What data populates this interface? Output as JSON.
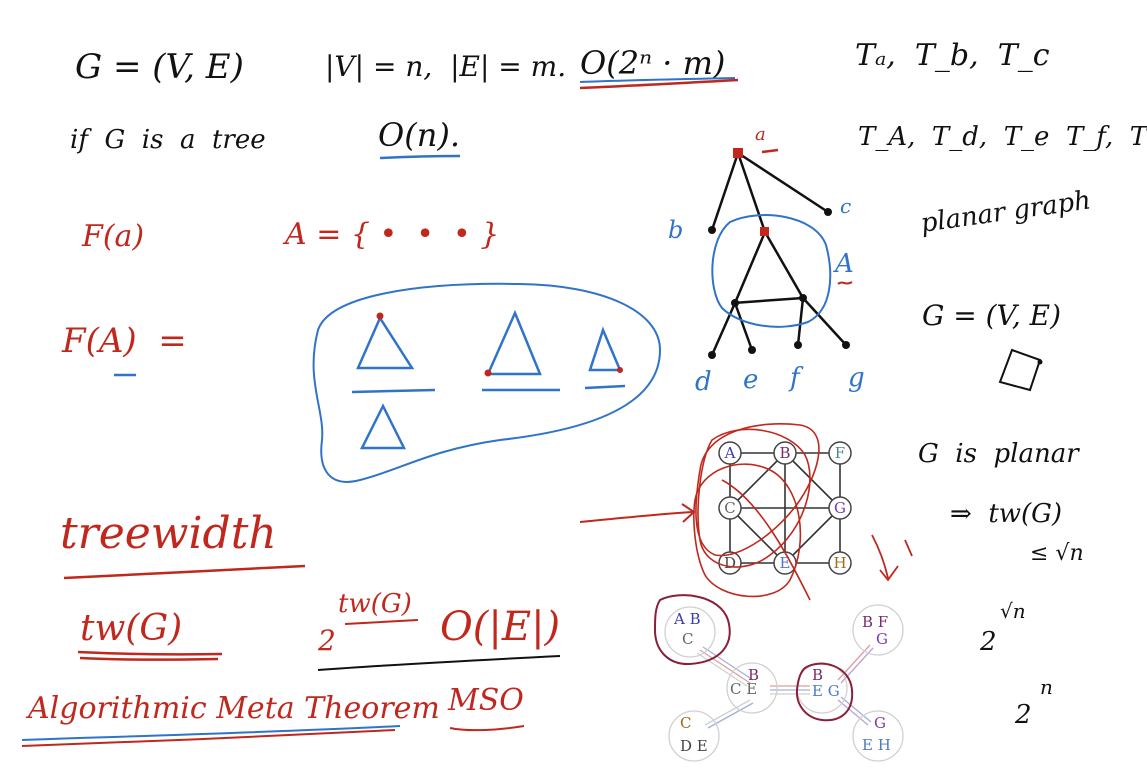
{
  "colors": {
    "ink": "#111111",
    "red": "#c0281e",
    "blue": "#2f74c8",
    "grid_ink": "#555555",
    "node_A": "#3b3bb0",
    "node_B": "#7a2a6a",
    "node_C": "#666666",
    "node_D": "#444444",
    "node_E": "#4f79c4",
    "node_F": "#4a8a8a",
    "node_G": "#7a3ab0",
    "node_H": "#a06a18"
  },
  "left": {
    "graph_def": "G = (V, E)",
    "sizes": "|V| = n,  |E| = m.",
    "brute_force": "O(2ⁿ · m)",
    "tree_case_prefix": "if  G  is  a  tree",
    "tree_case_runtime": "O(n).",
    "f_a": "F(a)",
    "set_a": "A = { •  •  • }",
    "f_A": "F(A)  =",
    "treewidth": "treewidth",
    "twG": "tw(G)",
    "runtime_base": "2",
    "runtime_exp": "tw(G)",
    "runtime_rest": "O(|E|)",
    "meta_theorem": "Algorithmic Meta Theorem",
    "mso": "MSO"
  },
  "tree": {
    "labels": [
      "a",
      "b",
      "c",
      "A",
      "d",
      "e",
      "f",
      "g"
    ]
  },
  "right": {
    "subtrees_1": "Tₐ,  T_b,  T_c",
    "subtrees_2": "T_A,  T_d,  T_e  T_f,  T_g",
    "planar_graph": "planar graph",
    "graph_def": "G = (V, E)",
    "is_planar": "G  is  planar",
    "implies": "⇒  tw(G)",
    "bound": "≤ √n",
    "sqrt_base": "2",
    "sqrt_exp": "√n",
    "exp_base": "2",
    "exp_exp": "n"
  },
  "grid_graph": {
    "nodes": [
      "A",
      "B",
      "F",
      "C",
      "G",
      "D",
      "E",
      "H"
    ]
  },
  "decomposition": {
    "bags": [
      {
        "line1": "A B",
        "line2": "C"
      },
      {
        "line1": "B F",
        "line2": "G"
      },
      {
        "line1": "B",
        "line2": "C E"
      },
      {
        "line1": "B",
        "line2": "E G"
      },
      {
        "line1": "C",
        "line2": "D E"
      },
      {
        "line1": "G",
        "line2": "E H"
      }
    ]
  }
}
